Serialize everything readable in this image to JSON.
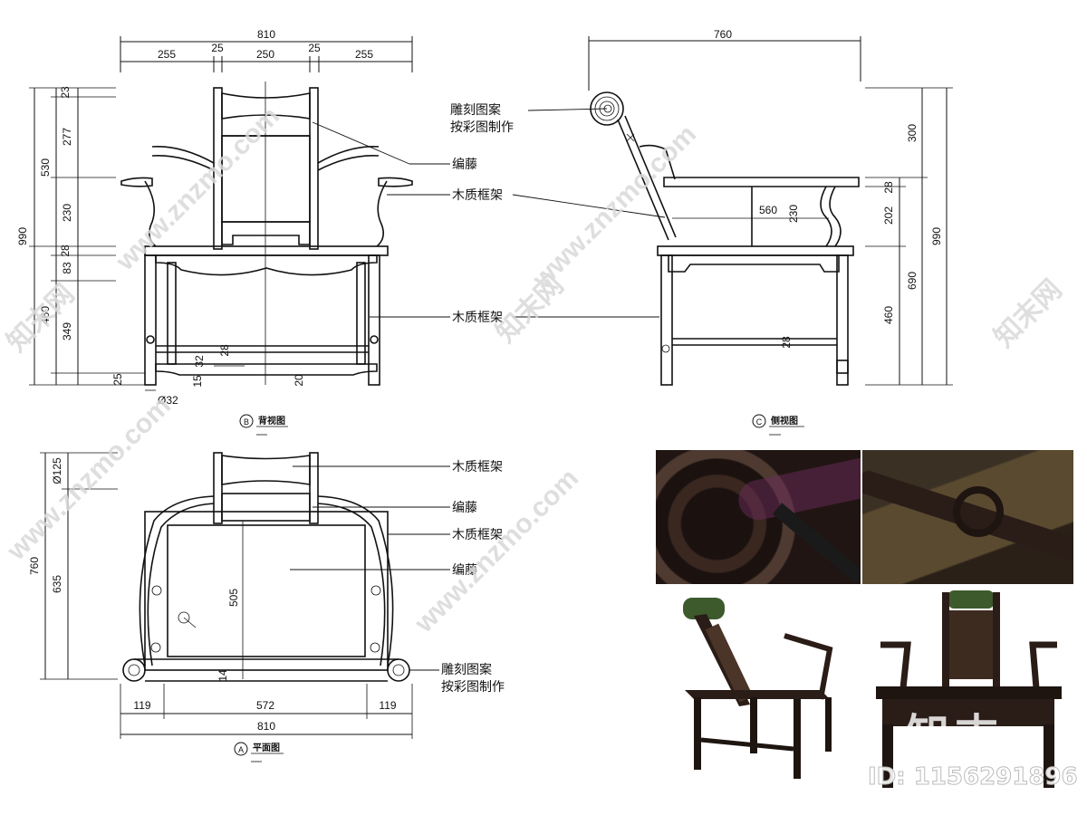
{
  "colors": {
    "ink": "#111111",
    "wood_dark": "#2a1c17",
    "wood_mid": "#4b3428",
    "cushion": "#3d5a2c",
    "watermark": "#d9d9d9"
  },
  "front_view": {
    "title": "背视图",
    "letter": "B",
    "dims_top": {
      "overall": "810",
      "parts": [
        "255",
        "25",
        "250",
        "25",
        "255"
      ]
    },
    "dims_left": {
      "total": "990",
      "upper": "530",
      "lower": "460",
      "seg_a": "23",
      "seg_b": "277",
      "seg_c": "230",
      "seg_d": "28",
      "seg_e": "83",
      "seg_f": "349",
      "seg_g": "25",
      "seg_h": "15"
    },
    "dims_inner": {
      "a": "28",
      "b": "32",
      "c": "20",
      "leg": "Ø32"
    }
  },
  "side_view": {
    "title": "侧视图",
    "letter": "C",
    "dims_top": {
      "overall": "760"
    },
    "dims_right": {
      "back": "300",
      "arm": "28",
      "seat_gap": "202",
      "lower": "690",
      "leg": "460",
      "total": "990"
    },
    "dims_inner": {
      "depth": "560",
      "height": "230",
      "stretcher": "28"
    }
  },
  "plan_view": {
    "title": "平面图",
    "letter": "A",
    "dims_left": {
      "total": "760",
      "head": "Ø125",
      "body": "635"
    },
    "dims_bottom": {
      "overall": "810",
      "parts": [
        "119",
        "572",
        "119"
      ]
    },
    "dims_inner": {
      "seat": "505",
      "edge": "14"
    }
  },
  "labels": {
    "carving_line1": "雕刻图案",
    "carving_line2": "按彩图制作",
    "rattan": "编藤",
    "wood_frame": "木质框架"
  },
  "watermarks": {
    "site": "www.znzmo.com",
    "brand": "知末网",
    "logo": "知末",
    "id": "ID: 1156291896"
  }
}
